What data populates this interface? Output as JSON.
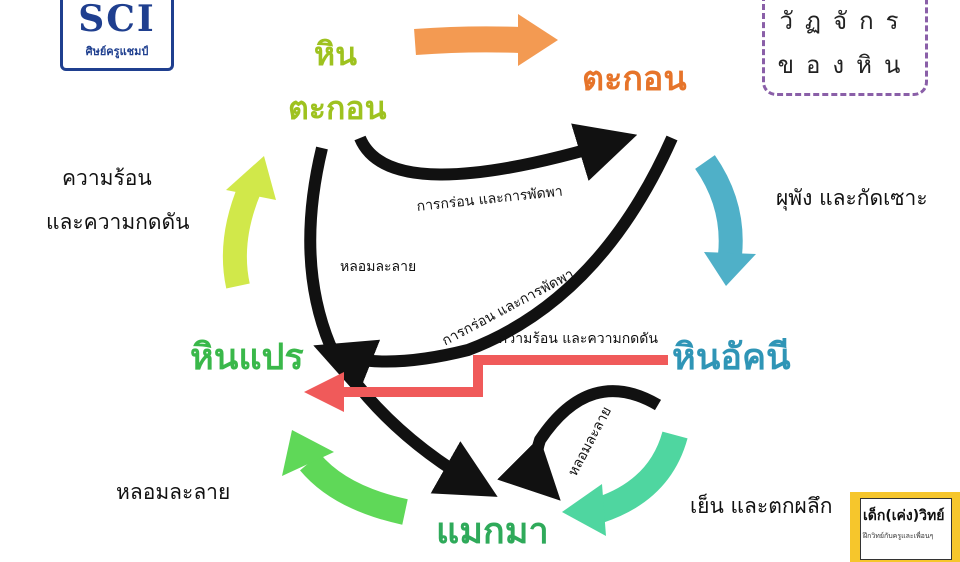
{
  "logo": {
    "text": "SCI",
    "subtitle": "ศิษย์ครูแชมป์"
  },
  "title": {
    "line1": "วัฏจักร",
    "line2": "ของหิน"
  },
  "nodes": {
    "sedimentary_a": {
      "line1": "หิน",
      "line2": "ตะกอน",
      "color": "#9ec21f"
    },
    "sediment": {
      "label": "ตะกอน",
      "color": "#e6742a"
    },
    "igneous": {
      "label": "หินอัคนี",
      "color": "#2f95b6"
    },
    "magma": {
      "label": "แมกมา",
      "color": "#2faa5a"
    },
    "metamorphic": {
      "label": "หินแปร",
      "color": "#3ab84a"
    }
  },
  "processes": {
    "heat_pressure_left": {
      "line1": "ความร้อน",
      "line2": "และความกดดัน"
    },
    "weathering_erosion": "ผุพัง และกัดเซาะ",
    "cooling": "เย็น และตกผลึก",
    "melting_left": "หลอมละลาย",
    "erosion_inner_1": "การกร่อน และการพัดพา",
    "erosion_inner_2": "การกร่อน และการพัดพา",
    "melting_inner": "หลอมละลาย",
    "heat_pressure_inner": "ความร้อน และความกดดัน",
    "melting_right": "หลอมละลาย"
  },
  "badge": {
    "text": "เด็ก(เค่ง)วิทย์",
    "subtitle": "ฝึกวิทย์กับครูและเพื่อนๆ"
  },
  "colors": {
    "arrow_orange": "#f39a52",
    "arrow_blue": "#4fb0c8",
    "arrow_teal": "#4fd6a0",
    "arrow_green": "#5fd858",
    "arrow_lime": "#d1e84a",
    "arrow_red": "#f05a5a",
    "arrow_black": "#111111",
    "title_border": "#8a5fa8",
    "logo_blue": "#1f3f8f",
    "badge_yellow": "#f6c62c"
  }
}
